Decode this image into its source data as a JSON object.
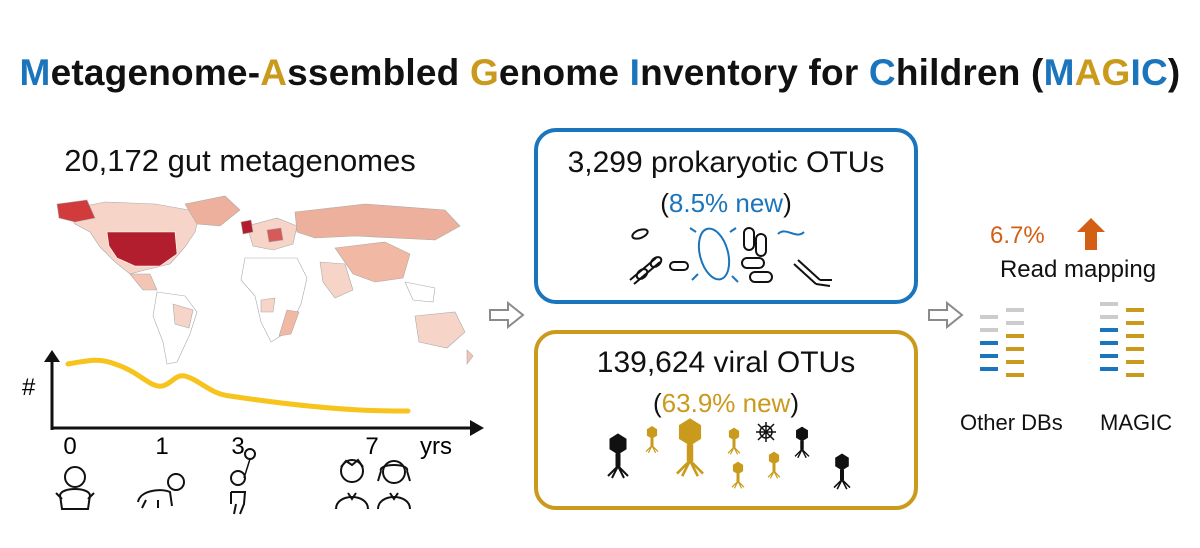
{
  "title": {
    "parts": [
      {
        "text": "M",
        "color": "#1b75bc"
      },
      {
        "text": "etagenome-",
        "color": "#111111"
      },
      {
        "text": "A",
        "color": "#c99a1c"
      },
      {
        "text": "ssembled ",
        "color": "#111111"
      },
      {
        "text": "G",
        "color": "#c99a1c"
      },
      {
        "text": "enome ",
        "color": "#111111"
      },
      {
        "text": "I",
        "color": "#1b75bc"
      },
      {
        "text": "nventory for ",
        "color": "#111111"
      },
      {
        "text": "C",
        "color": "#1b75bc"
      },
      {
        "text": "hildren (",
        "color": "#111111"
      },
      {
        "text": "M",
        "color": "#1b75bc"
      },
      {
        "text": "A",
        "color": "#c99a1c"
      },
      {
        "text": "G",
        "color": "#c99a1c"
      },
      {
        "text": "IC",
        "color": "#1b75bc"
      },
      {
        "text": ")",
        "color": "#111111"
      }
    ]
  },
  "metagenomes": {
    "label": "20,172 gut metagenomes"
  },
  "age_chart": {
    "y_symbol": "#",
    "x_unit": "yrs",
    "ticks": [
      {
        "label": "0",
        "age": 0
      },
      {
        "label": "1",
        "age": 1
      },
      {
        "label": "3",
        "age": 3
      },
      {
        "label": "7",
        "age": 7
      }
    ],
    "line_color": "#f7c31d"
  },
  "prokaryotic": {
    "count_label": "3,299 prokaryotic OTUs",
    "new_label": "(8.5% new)",
    "new_inner": "8.5% new",
    "color": "#1b75bc"
  },
  "viral": {
    "count_label": "139,624 viral OTUs",
    "new_label": "(63.9% new)",
    "new_inner": "63.9% new",
    "color": "#c99a1c"
  },
  "read_mapping": {
    "increase": "6.7%",
    "label": "Read mapping",
    "arrow_color": "#d35f14"
  },
  "databases": {
    "other": "Other DBs",
    "magic": "MAGIC"
  },
  "colors": {
    "blue": "#1b75bc",
    "gold": "#c99a1c",
    "orange": "#d35f14",
    "map_dark": "#b21e2e",
    "map_light": "#f4c4b4"
  },
  "icons": [
    "world-map",
    "baby-icon",
    "crawling-baby-icon",
    "toddler-with-balloon-icon",
    "boy-icon",
    "girl-icon",
    "bacteria-icons",
    "phage-icons",
    "up-arrow-icon",
    "chevron-arrow-icon"
  ]
}
